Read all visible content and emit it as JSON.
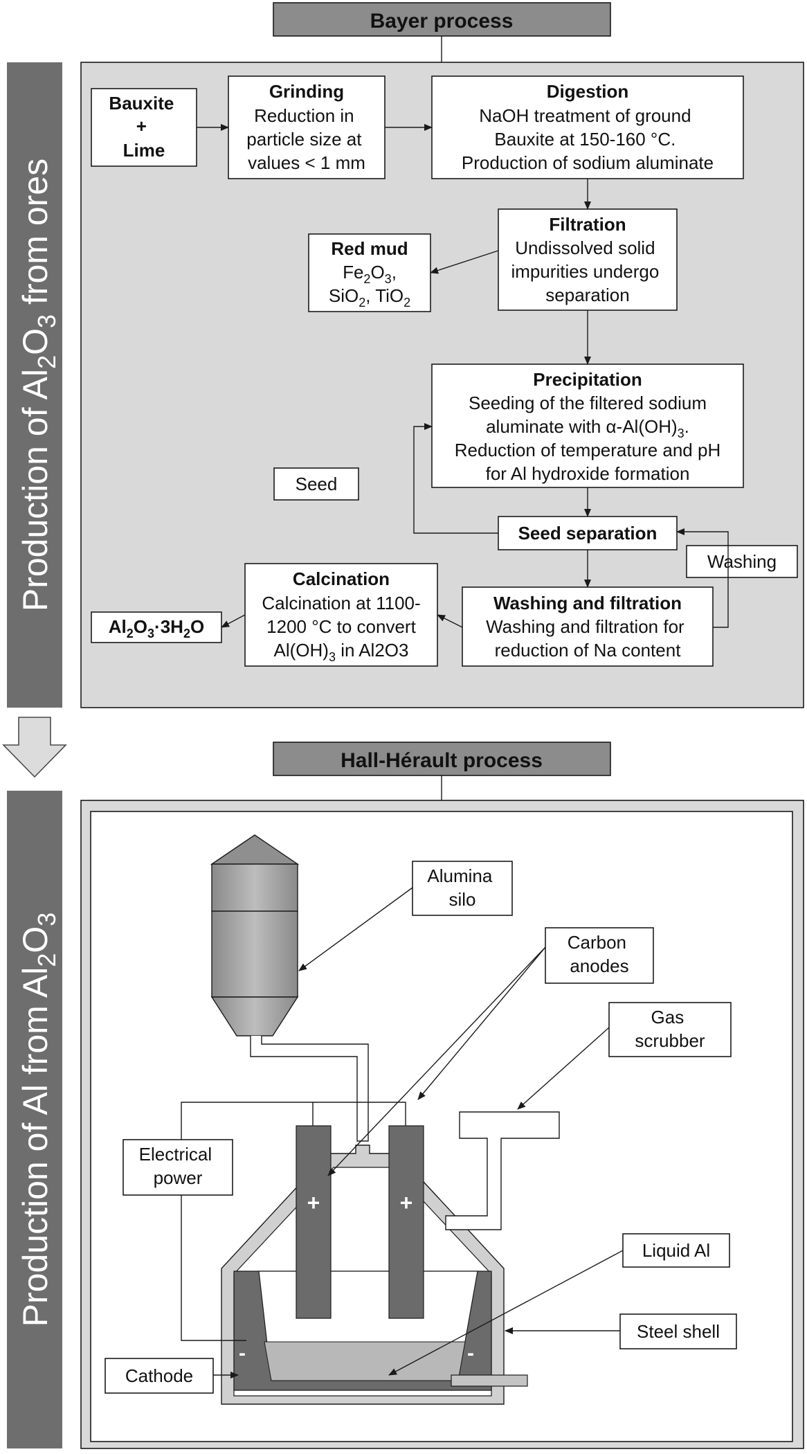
{
  "colors": {
    "side_bar": "#6e6e6e",
    "panel": "#d9d9d9",
    "header": "#8c8c8c",
    "anode": "#6b6b6b",
    "bath": "#b8b8b8",
    "shell": "#d0d0d0"
  },
  "bayer": {
    "header": "Bayer process",
    "side_label": {
      "prefix": "Production of Al",
      "sub1": "2",
      "mid": "O",
      "sub2": "3",
      "suffix": " from ores"
    },
    "bauxite": [
      "Bauxite",
      "+",
      "Lime"
    ],
    "grinding": {
      "title": "Grinding",
      "lines": [
        "Reduction in",
        "particle size at",
        "values < 1 mm"
      ]
    },
    "digestion": {
      "title": "Digestion",
      "lines": [
        "NaOH treatment of ground",
        "Bauxite at 150-160 °C.",
        "Production of sodium aluminate"
      ]
    },
    "filtration": {
      "title": "Filtration",
      "lines": [
        "Undissolved solid",
        "impurities undergo",
        "separation"
      ]
    },
    "red_mud": {
      "title": "Red mud",
      "fe": "Fe",
      "fe_sub": "2",
      "fe_o": "O",
      "fe_o_sub": "3",
      "fe_tail": ",",
      "si": "SiO",
      "si_sub": "2",
      "sep": ", ",
      "ti": "TiO",
      "ti_sub": "2"
    },
    "precipitation": {
      "title": "Precipitation",
      "line1": "Seeding of the filtered sodium",
      "line2_a": "aluminate with α-Al(OH)",
      "line2_sub": "3",
      "line2_b": ".",
      "line3": "Reduction of temperature and pH",
      "line4": "for Al hydroxide formation"
    },
    "seed": "Seed",
    "seed_separation": "Seed separation",
    "washing": "Washing",
    "washing_filtration": {
      "title": "Washing and filtration",
      "lines": [
        "Washing and filtration for",
        "reduction of Na content"
      ]
    },
    "calcination": {
      "title": "Calcination",
      "line1": "Calcination at 1100-",
      "line2": "1200 °C to convert",
      "line3_a": "Al(OH)",
      "line3_sub": "3",
      "line3_b": " in Al2O3"
    },
    "product": {
      "a": "Al",
      "a_sub": "2",
      "b": "O",
      "b_sub": "3",
      "c": "·3H",
      "c_sub": "2",
      "d": "O"
    }
  },
  "hall": {
    "header": "Hall-Hérault process",
    "side_label": {
      "prefix": "Production of Al from Al",
      "sub1": "2",
      "mid": "O",
      "sub2": "3"
    },
    "alumina_silo": [
      "Alumina",
      "silo"
    ],
    "carbon_anodes": [
      "Carbon",
      "anodes"
    ],
    "gas_scrubber": [
      "Gas",
      "scrubber"
    ],
    "electrical_power": [
      "Electrical",
      "power"
    ],
    "liquid_al": "Liquid Al",
    "steel_shell": "Steel shell",
    "cathode": "Cathode",
    "anode_sign": "+",
    "cathode_sign": "-"
  }
}
